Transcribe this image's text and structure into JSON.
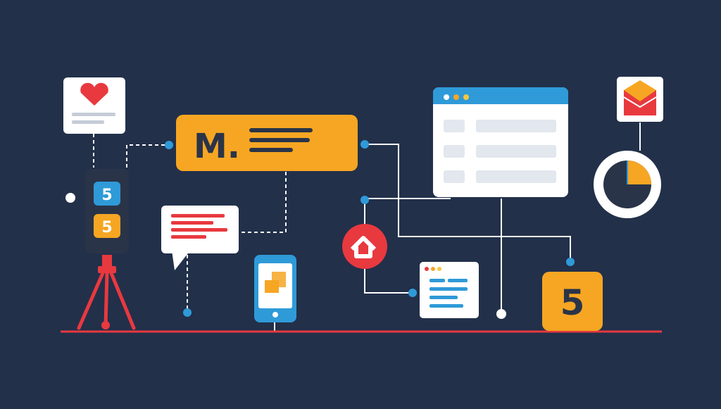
{
  "colors": {
    "background": "#22304a",
    "orange": "#f6a623",
    "red": "#e8393f",
    "blue": "#2f9ad8",
    "white": "#ffffff",
    "gray": "#e3e7ee",
    "dark": "#2a3448"
  },
  "blocks": {
    "main_label": "M.",
    "tower_top": "5",
    "tower_bottom": "5",
    "big_badge": "5"
  },
  "icons": {
    "heart_card": "heart-icon",
    "mail_card": "envelope-icon",
    "gauge": "pie-gauge-icon",
    "phone": "smartphone-icon",
    "home_badge": "home-icon",
    "tripod": "tripod-icon"
  },
  "gauge": {
    "filled_fraction": 0.25
  }
}
